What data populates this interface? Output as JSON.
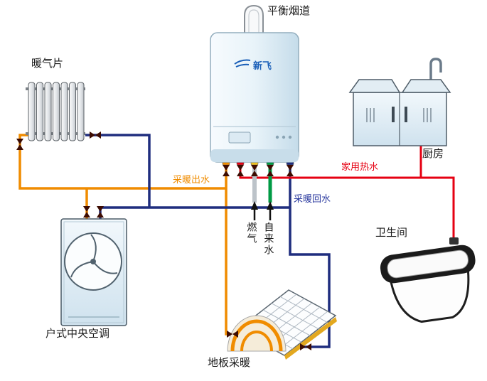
{
  "diagram": {
    "labels": {
      "flue": "平衡烟道",
      "radiator": "暖气片",
      "heating_supply": "采暖出水",
      "domestic_hot_water": "家用热水",
      "heating_return": "采暖回水",
      "gas": "燃气",
      "tap_water": "自来水",
      "kitchen": "厨房",
      "bathroom": "卫生间",
      "central_ac": "户式中央空调",
      "floor_heating": "地板采暖",
      "boiler_brand": "新飞"
    },
    "colors": {
      "heating_supply": "#f08c00",
      "domestic_hot_water": "#e60012",
      "heating_return": "#1f2d7e",
      "gas_pipe": "#bcc3c9",
      "tap_water": "#009a44",
      "gas_collar": "#f0c020",
      "valve": "#3d0c02",
      "arrow": "#111111"
    }
  }
}
